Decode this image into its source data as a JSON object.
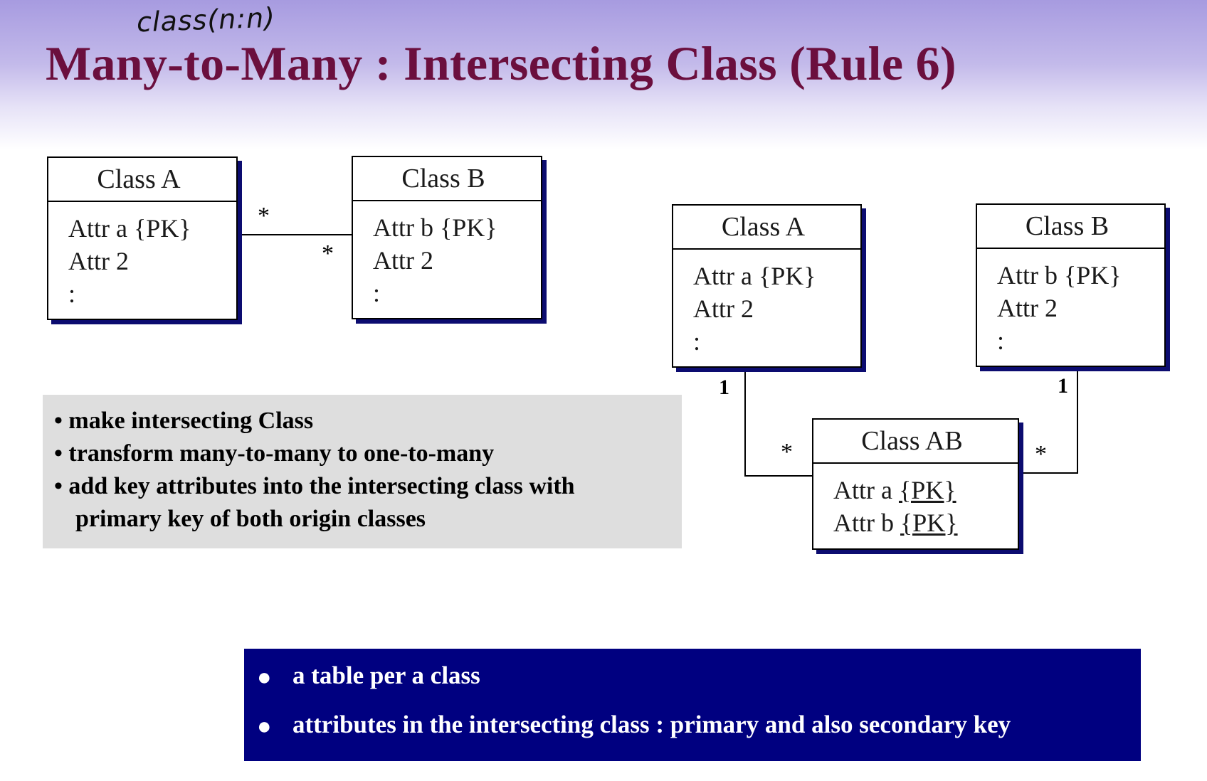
{
  "annotations": {
    "handwriting": "class(n:n)"
  },
  "title": "Many-to-Many : Intersecting Class (Rule 6)",
  "diagram_left": {
    "class_a": {
      "name": "Class A",
      "attrs": [
        "Attr a {PK}",
        "Attr 2",
        ":"
      ]
    },
    "class_b": {
      "name": "Class B",
      "attrs": [
        "Attr b {PK}",
        "Attr 2",
        ":"
      ]
    },
    "mult_a": "*",
    "mult_b": "*"
  },
  "diagram_right": {
    "class_a": {
      "name": "Class A",
      "attrs": [
        "Attr a {PK}",
        "Attr 2",
        ":"
      ]
    },
    "class_b": {
      "name": "Class B",
      "attrs": [
        "Attr b {PK}",
        "Attr 2",
        ":"
      ]
    },
    "class_ab": {
      "name": "Class AB",
      "attrs": [
        {
          "label": "Attr a",
          "key": "{PK}"
        },
        {
          "label": "Attr b",
          "key": "{PK}"
        }
      ]
    },
    "mult_a_one": "1",
    "mult_a_many": "*",
    "mult_b_one": "1",
    "mult_b_many": "*"
  },
  "notes": [
    "• make intersecting Class",
    "• transform many-to-many to one-to-many",
    "• add key attributes into the intersecting class with",
    "primary key of  both origin classes"
  ],
  "summary": {
    "bullet": "●",
    "items": [
      "a table per a class",
      "attributes in the intersecting class : primary and also secondary key"
    ]
  },
  "colors": {
    "title": "#6b0f3e",
    "box_shadow": "#0c0c70",
    "summary_bg": "#000080",
    "note_bg": "#dedede"
  }
}
